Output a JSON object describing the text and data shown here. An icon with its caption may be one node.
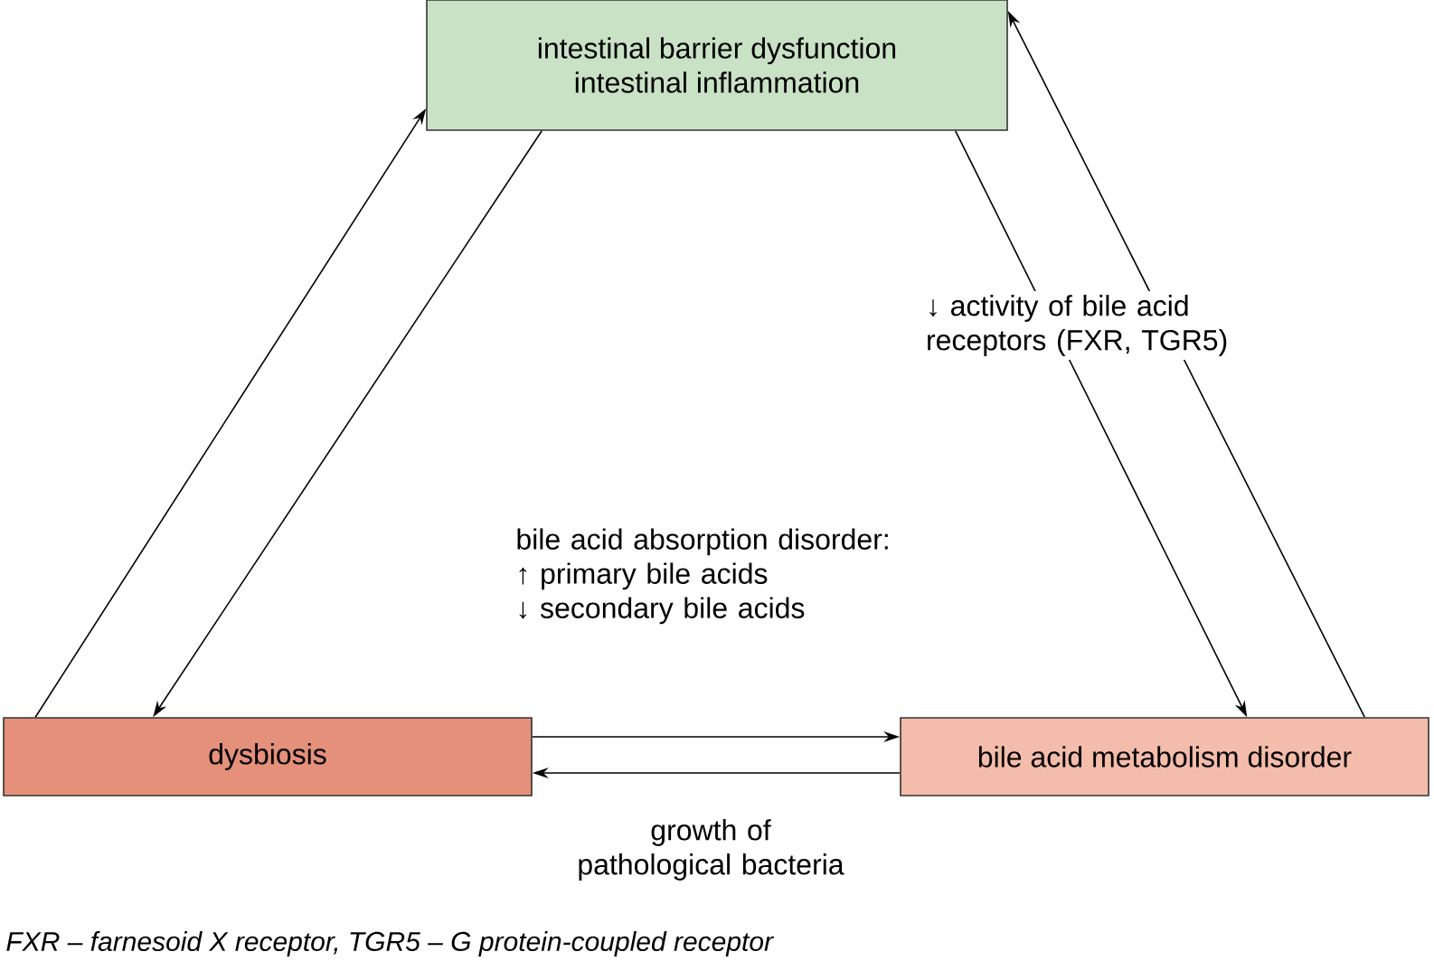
{
  "diagram": {
    "caption": "FXR – farnesoid X receptor, TGR5 – G protein-coupled receptor",
    "nodes": [
      {
        "text": [
          "intestinal barrier dysfunction",
          "intestinal inflammation"
        ]
      },
      {
        "text": [
          "dysbiosis"
        ]
      },
      {
        "text": [
          "bile acid metabolism disorder"
        ]
      }
    ],
    "edges": [
      {
        "from": 1,
        "to": 0,
        "arrow": "to"
      },
      {
        "from": 0,
        "to": 1,
        "arrow": "to"
      },
      {
        "from": 0,
        "to": 2,
        "arrow": "to"
      },
      {
        "from": 2,
        "to": 0,
        "arrow": "to",
        "label": "↓ activity of bile acid receptors (FXR, TGR5)"
      },
      {
        "from": 1,
        "to": 2,
        "arrow": "to",
        "label": "bile acid absorption disorder: ↑ primary bile acids ↓ secondary bile acids"
      },
      {
        "from": 2,
        "to": 1,
        "arrow": "to",
        "label": "growth of pathological bacteria"
      }
    ]
  }
}
